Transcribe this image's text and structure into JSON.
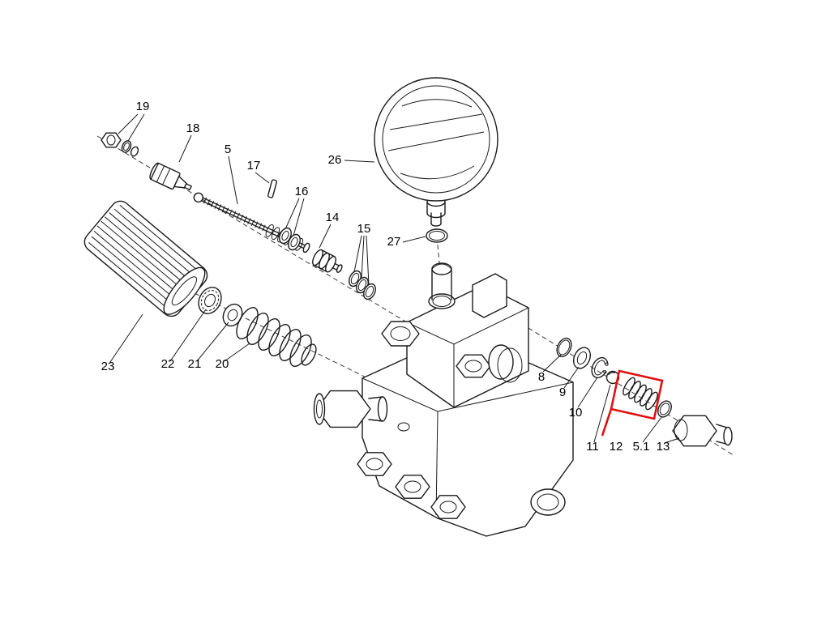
{
  "diagram": {
    "kind": "exploded-parts-diagram",
    "background": "#ffffff",
    "line_color": "#1a1a1a",
    "highlight_color": "#e01010",
    "highlight": {
      "part": "12"
    },
    "part_numbers": [
      "19",
      "18",
      "5",
      "17",
      "16",
      "14",
      "15",
      "26",
      "27",
      "23",
      "22",
      "21",
      "20",
      "8",
      "9",
      "10",
      "11",
      "12",
      "5.1",
      "13"
    ],
    "labels": [
      {
        "part": "19",
        "text": "19"
      },
      {
        "part": "18",
        "text": "18"
      },
      {
        "part": "5",
        "text": "5"
      },
      {
        "part": "17",
        "text": "17"
      },
      {
        "part": "16",
        "text": "16"
      },
      {
        "part": "14",
        "text": "14"
      },
      {
        "part": "15",
        "text": "15"
      },
      {
        "part": "26",
        "text": "26"
      },
      {
        "part": "27",
        "text": "27"
      },
      {
        "part": "23",
        "text": "23"
      },
      {
        "part": "22",
        "text": "22"
      },
      {
        "part": "21",
        "text": "21"
      },
      {
        "part": "20",
        "text": "20"
      },
      {
        "part": "8",
        "text": "8"
      },
      {
        "part": "9",
        "text": "9"
      },
      {
        "part": "10",
        "text": "10"
      },
      {
        "part": "11",
        "text": "11"
      },
      {
        "part": "12",
        "text": "12"
      },
      {
        "part": "5.1",
        "text": "5.1"
      },
      {
        "part": "13",
        "text": "13"
      }
    ]
  }
}
